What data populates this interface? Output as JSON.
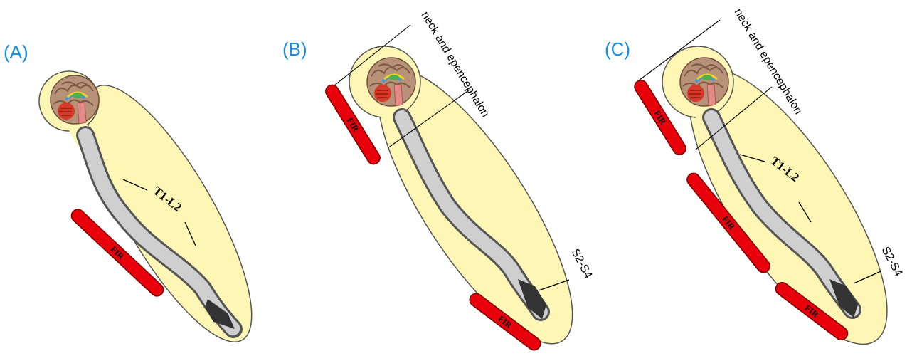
{
  "colors": {
    "panel_label": "#1a8fe0",
    "body_fill": "#fdf6b4",
    "body_stroke": "#555555",
    "fir_fill": "#e8000a",
    "fir_stroke": "#7a0000",
    "bone": "#cfcfcf",
    "bone_dark": "#555555",
    "brain": "#b89278",
    "cerebellum": "#d83a2a",
    "brainstem": "#e48a86"
  },
  "panels": [
    {
      "label": "(A)",
      "callouts": [
        {
          "id": "t1l2",
          "text": "T1-L2"
        }
      ],
      "fir_bars": [
        "FIR"
      ]
    },
    {
      "label": "(B)",
      "callouts": [
        {
          "id": "neck",
          "text": "neck and epencephalon"
        },
        {
          "id": "s2s4",
          "text": "S2-S4"
        }
      ],
      "fir_bars": [
        "FIR",
        "FIR"
      ]
    },
    {
      "label": "(C)",
      "callouts": [
        {
          "id": "neck",
          "text": "neck and epencephalon"
        },
        {
          "id": "t1l2",
          "text": "T1-L2"
        },
        {
          "id": "s2s4",
          "text": "S2-S4"
        }
      ],
      "fir_bars": [
        "FIR",
        "FIR",
        "FIR"
      ]
    }
  ]
}
